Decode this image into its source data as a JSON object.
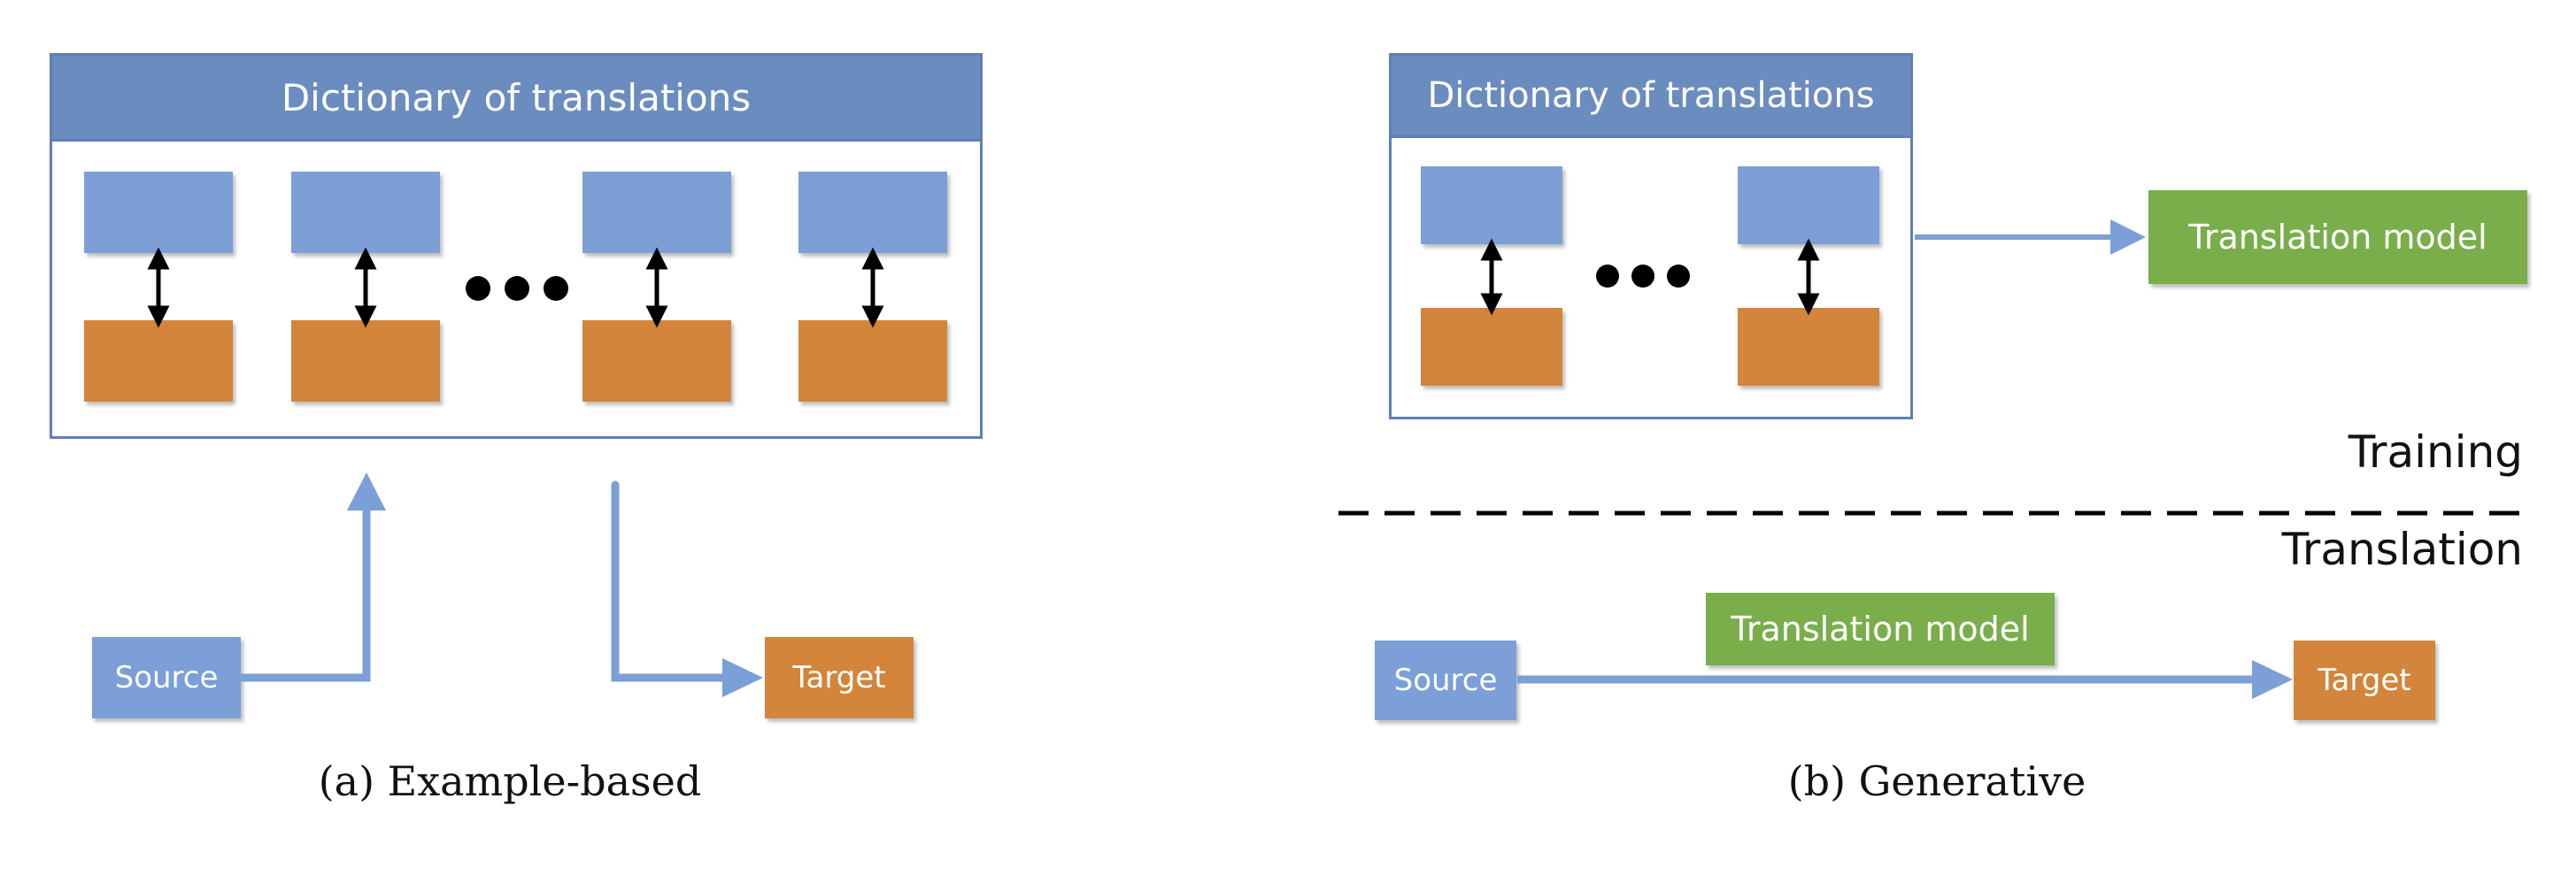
{
  "panel_a": {
    "dictionary_title": "Dictionary of translations",
    "source_label": "Source",
    "target_label": "Target",
    "caption": "(a) Example-based"
  },
  "panel_b": {
    "dictionary_title": "Dictionary of translations",
    "model_label_top": "Translation model",
    "model_label_bottom": "Translation model",
    "training_label": "Training",
    "translation_label": "Translation",
    "source_label": "Source",
    "target_label": "Target",
    "caption": "(b) Generative"
  },
  "colors": {
    "header_blue": "#6b8cbf",
    "entry_blue": "#7b9fd6",
    "entry_orange": "#d2853b",
    "model_green": "#79ae4b",
    "arrow_blue": "#7b9fd6"
  }
}
